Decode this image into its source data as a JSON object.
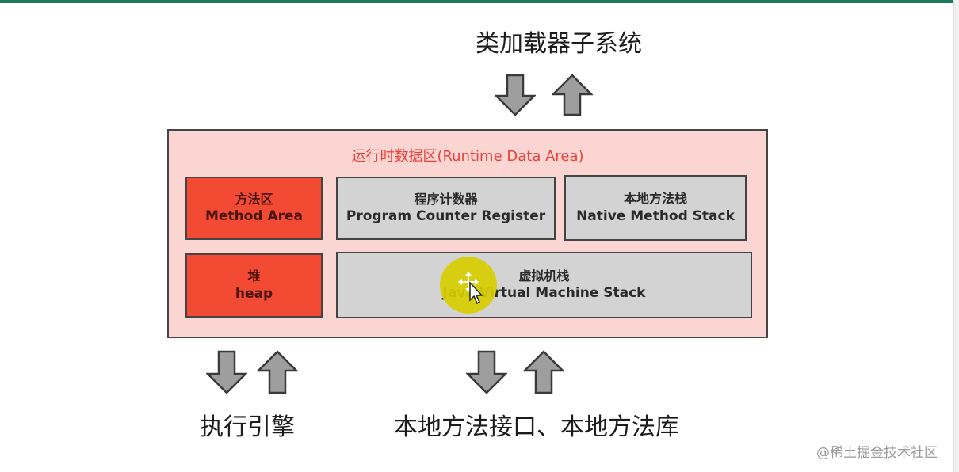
{
  "labels": {
    "class_loader": "类加载器子系统",
    "exec_engine": "执行引擎",
    "native_libs": "本地方法接口、本地方法库"
  },
  "runtime_data_area": {
    "title": "运行时数据区(Runtime Data Area)",
    "method_area": {
      "cn": "方法区",
      "en": "Method Area"
    },
    "program_counter": {
      "cn": "程序计数器",
      "en": "Program Counter Register"
    },
    "native_method_stack": {
      "cn": "本地方法栈",
      "en": "Native Method Stack"
    },
    "heap": {
      "cn": "堆",
      "en": "heap"
    },
    "jvm_stack": {
      "cn": "虚拟机栈",
      "en": "Java Virtual Machine Stack"
    }
  },
  "watermark": "@稀土掘金技术社区",
  "colors": {
    "area_bg": "#fbd5d2",
    "area_title": "#e8433a",
    "red_box": "#f24a33",
    "gray_box": "#d3d3d3",
    "arrow_fill": "#9e9e9e",
    "highlight": "#d8cd00"
  }
}
